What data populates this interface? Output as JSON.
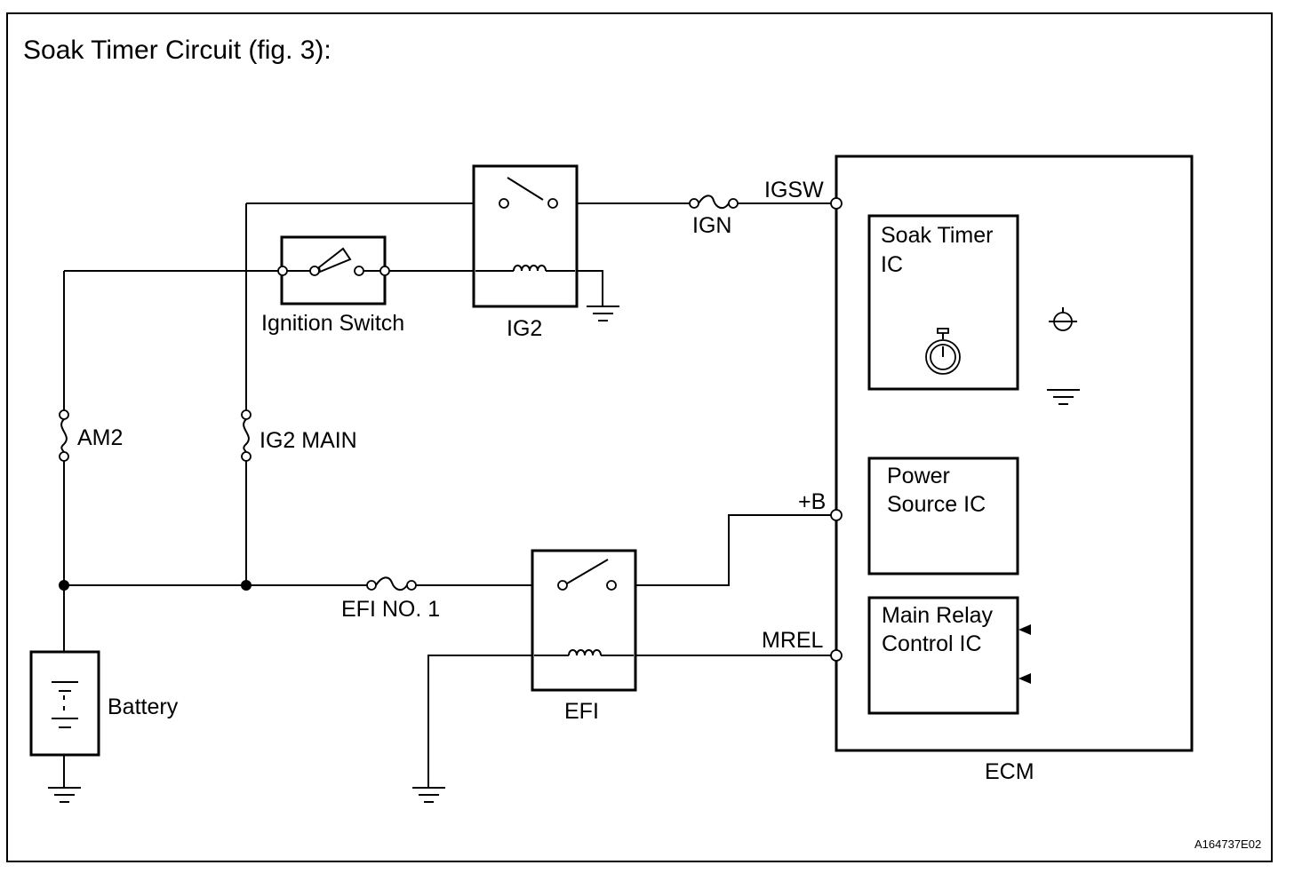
{
  "title": "Soak Timer Circuit (fig. 3):",
  "figure_code": "A164737E02",
  "components": {
    "ignition_switch": "Ignition Switch",
    "ig2_relay": "IG2",
    "efi_relay": "EFI",
    "battery": "Battery",
    "ecm": "ECM"
  },
  "fuses": {
    "am2": "AM2",
    "ig2_main": "IG2 MAIN",
    "efi_no1": "EFI NO. 1",
    "ign": "IGN"
  },
  "ecm_terminals": {
    "igsw": "IGSW",
    "plus_b": "+B",
    "mrel": "MREL"
  },
  "ecm_blocks": {
    "soak_timer": [
      "Soak Timer",
      "IC"
    ],
    "power_source": [
      "Power",
      "Source IC"
    ],
    "main_relay_control": [
      "Main Relay",
      "Control IC"
    ]
  }
}
